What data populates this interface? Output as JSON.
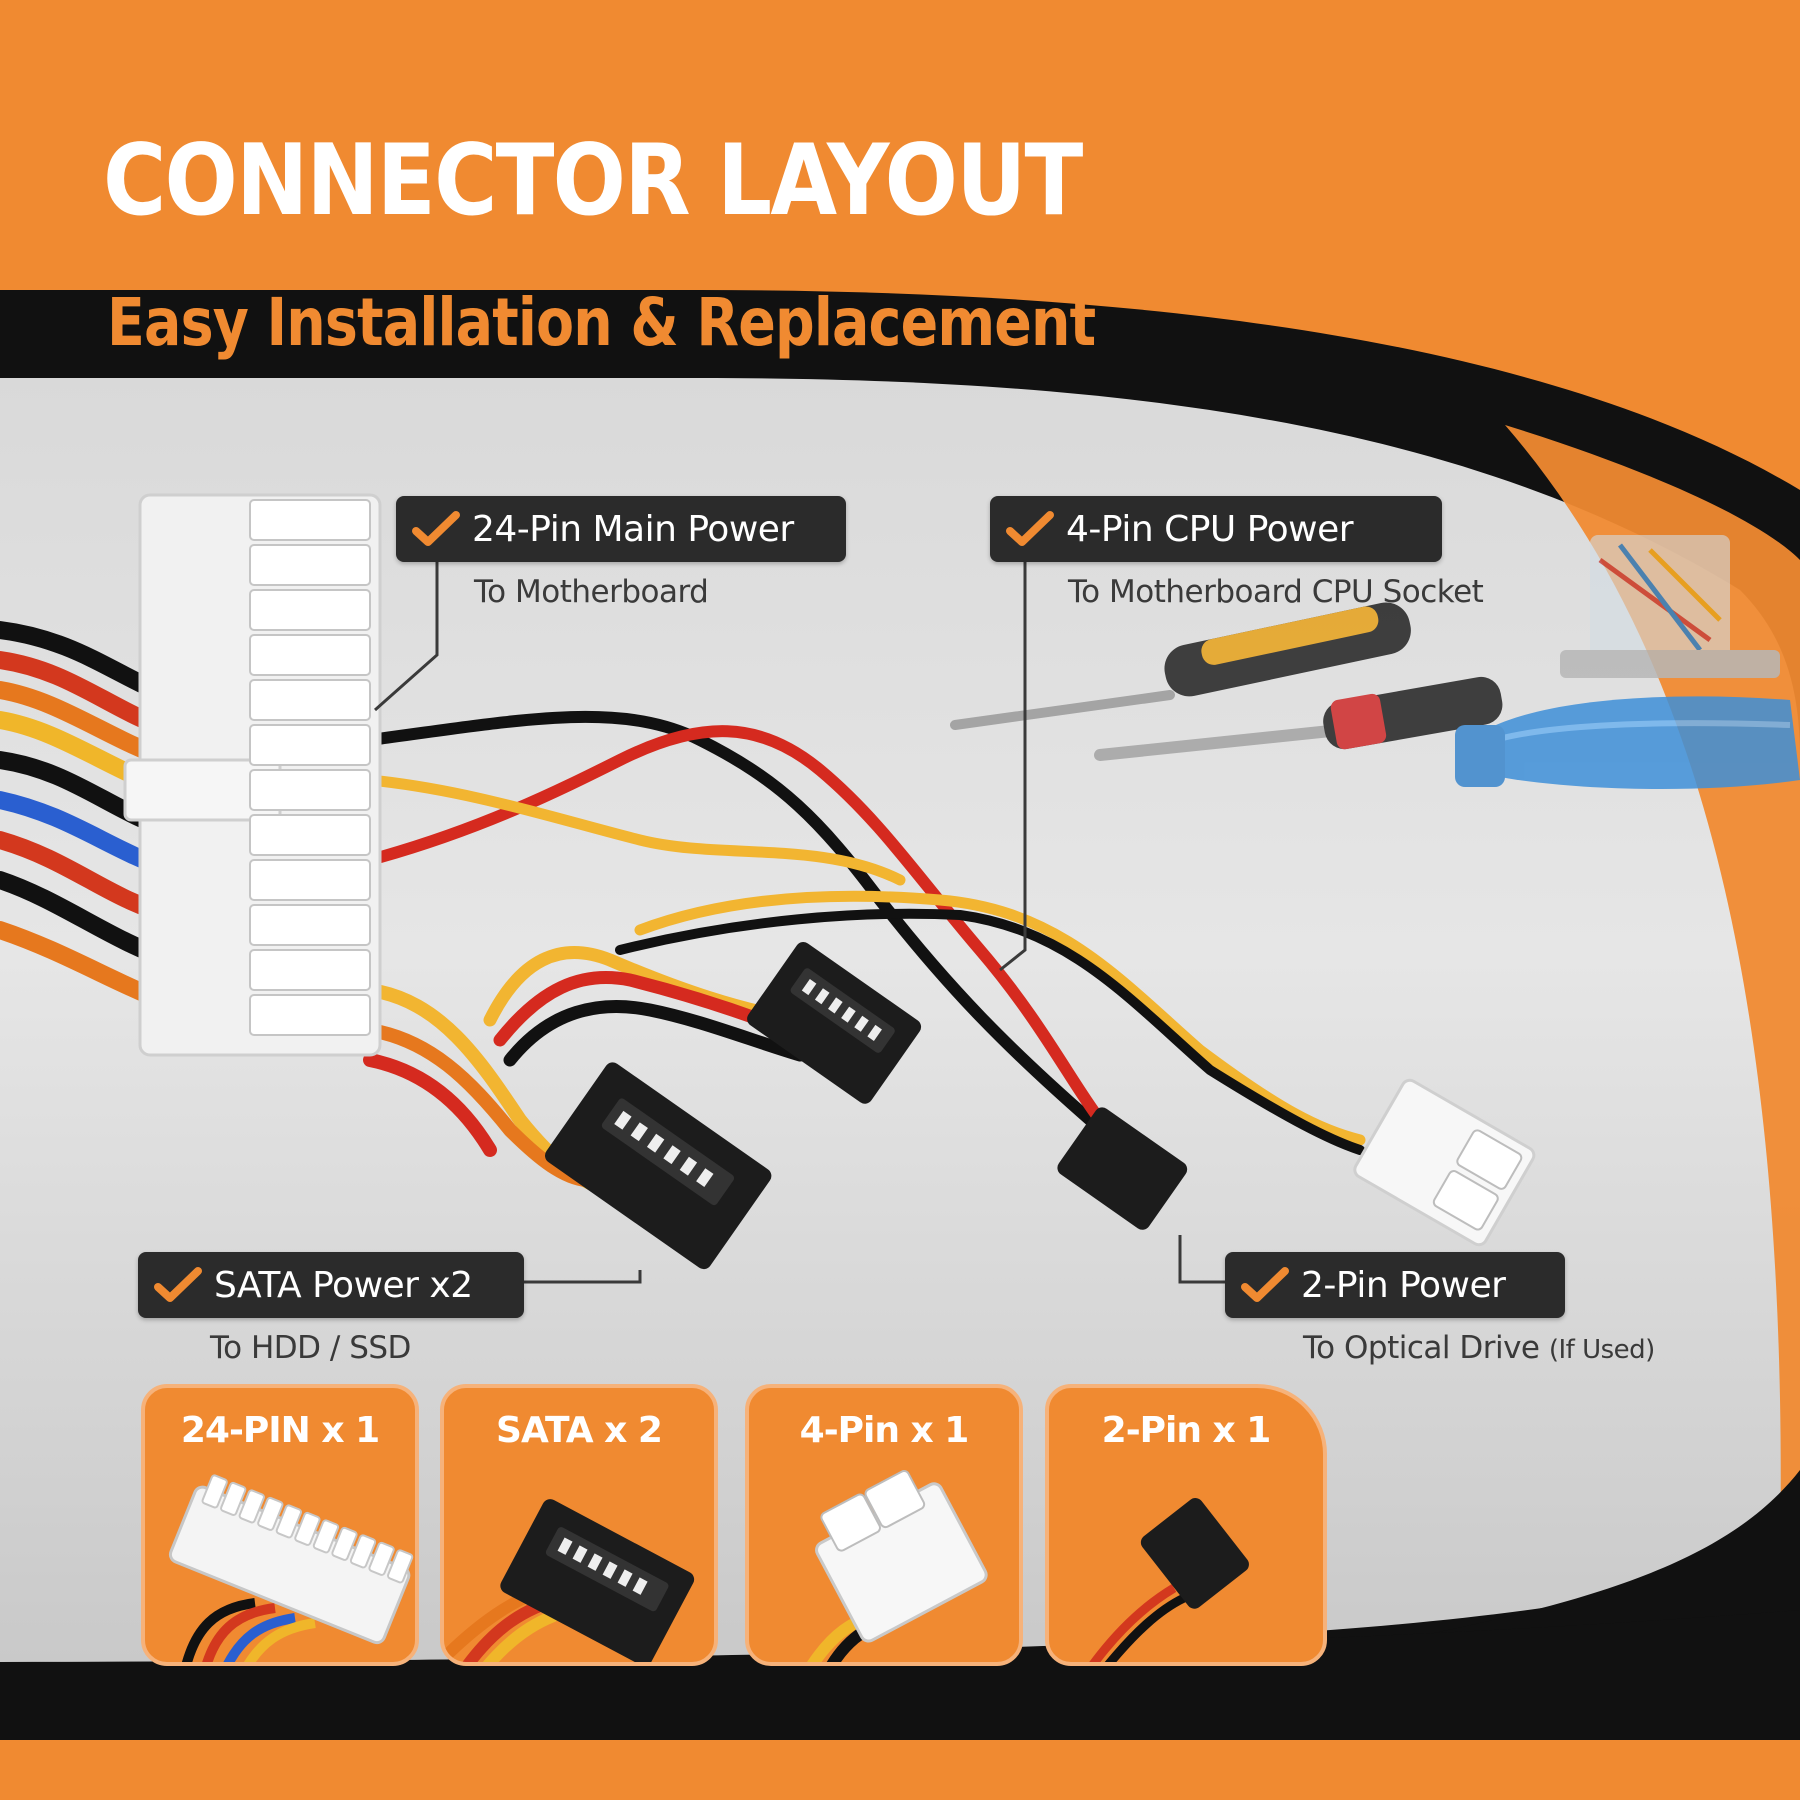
{
  "header": {
    "title": "CONNECTOR LAYOUT",
    "subtitle": "Easy Installation & Replacement"
  },
  "callouts": [
    {
      "label": "24-Pin Main Power",
      "description": "To Motherboard"
    },
    {
      "label": "4-Pin CPU Power",
      "description": "To Motherboard CPU Socket"
    },
    {
      "label": "SATA Power x2",
      "description": "To HDD / SSD"
    },
    {
      "label": "2-Pin Power",
      "description": "To Optical Drive",
      "note": "(If Used)"
    }
  ],
  "tiles": [
    {
      "label": "24-PIN x 1"
    },
    {
      "label": "SATA x 2"
    },
    {
      "label": "4-Pin x 1"
    },
    {
      "label": "2-Pin x 1"
    }
  ],
  "colors": {
    "accent": "#f08a31",
    "dark": "#111111",
    "label_bg": "#2b2b2b",
    "text_light": "#ffffff"
  },
  "icons": [
    "check-icon"
  ]
}
